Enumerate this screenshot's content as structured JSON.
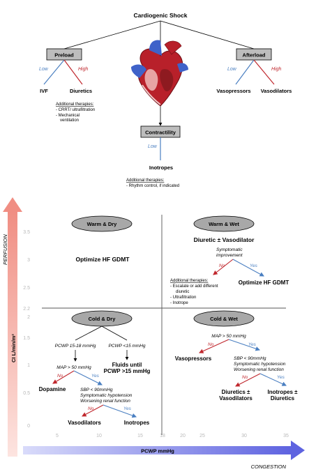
{
  "top": {
    "title": "Cardiogenic Shock",
    "preload": {
      "label": "Preload",
      "low": "Low",
      "high": "High",
      "left": "IVF",
      "right": "Diuretics"
    },
    "afterload": {
      "label": "Afterload",
      "low": "Low",
      "high": "High",
      "left": "Vasopressors",
      "right": "Vasodilators"
    },
    "contractility": {
      "label": "Contractility",
      "low": "Low",
      "result": "Inotropes"
    },
    "preload_additional": {
      "heading": "Additional therapies:",
      "items": [
        "- CRRT/ ultrafiltration",
        "- Mechanical",
        "ventilation"
      ]
    },
    "contractility_additional": {
      "heading": "Additional therapies:",
      "items": [
        "- Rhythm control, if indicated"
      ]
    }
  },
  "axes": {
    "y_label": "CI L/min/m²",
    "y_category": "PERFUSION",
    "y_ticks": [
      "3.5",
      "3",
      "2.5",
      "2.2",
      "2",
      "1.5",
      "1",
      "0.5",
      "0"
    ],
    "x_label": "PCWP mmHg",
    "x_category": "CONGESTION",
    "x_ticks": [
      "5",
      "10",
      "15",
      "18",
      "20",
      "25",
      "30",
      "35"
    ]
  },
  "quadrants": {
    "warm_dry": {
      "label": "Warm & Dry",
      "text": "Optimize HF GDMT"
    },
    "warm_wet": {
      "label": "Warm & Wet",
      "title": "Diuretic ± Vasodilator",
      "symptomatic": [
        "Symptomatic",
        "improvement"
      ],
      "no": "No",
      "yes": "Yes",
      "yes_result": "Optimize HF GDMT",
      "additional_heading": "Additional therapies:",
      "additional_items": [
        "- Escalate or add different",
        "diuretic",
        "- Ultrafiltration",
        "- Inotrope"
      ]
    },
    "cold_dry": {
      "label": "Cold & Dry",
      "left_branch": "PCWP 15-18 mmHg",
      "right_branch": "PCWP <15 mmHg",
      "right_result": [
        "Fluids until",
        "PCWP >15 mmHg"
      ],
      "map": "MAP > 50 mmHg",
      "no": "No",
      "yes": "Yes",
      "no_result": "Dopamine",
      "sbp": [
        "SBP < 90mmHg",
        "Symptomatic hypotension",
        "Worsening renal function"
      ],
      "no2": "No",
      "yes2": "Yes",
      "no2_result": "Vasodilators",
      "yes2_result": "Inotropes"
    },
    "cold_wet": {
      "label": "Cold & Wet",
      "map": "MAP > 50 mmHg",
      "no": "No",
      "yes": "Yes",
      "no_result": "Vasopressors",
      "sbp": [
        "SBP < 90mmHg",
        "Symptomatic hypotension",
        "Worsening renal function"
      ],
      "no2": "No",
      "yes2": "Yes",
      "no2_result": [
        "Diuretics ±",
        "Vasodilators"
      ],
      "yes2_result": [
        "Inotropes ±",
        "Diuretics"
      ]
    }
  },
  "colors": {
    "low": "#4a7fc1",
    "high": "#c0272d",
    "yes": "#4a7fc1",
    "no": "#c0272d",
    "y_arrow": "#f4a39b",
    "x_arrow": "#7b7fe6",
    "box": "#bdbdbd",
    "oval": "#a8a8a8"
  }
}
